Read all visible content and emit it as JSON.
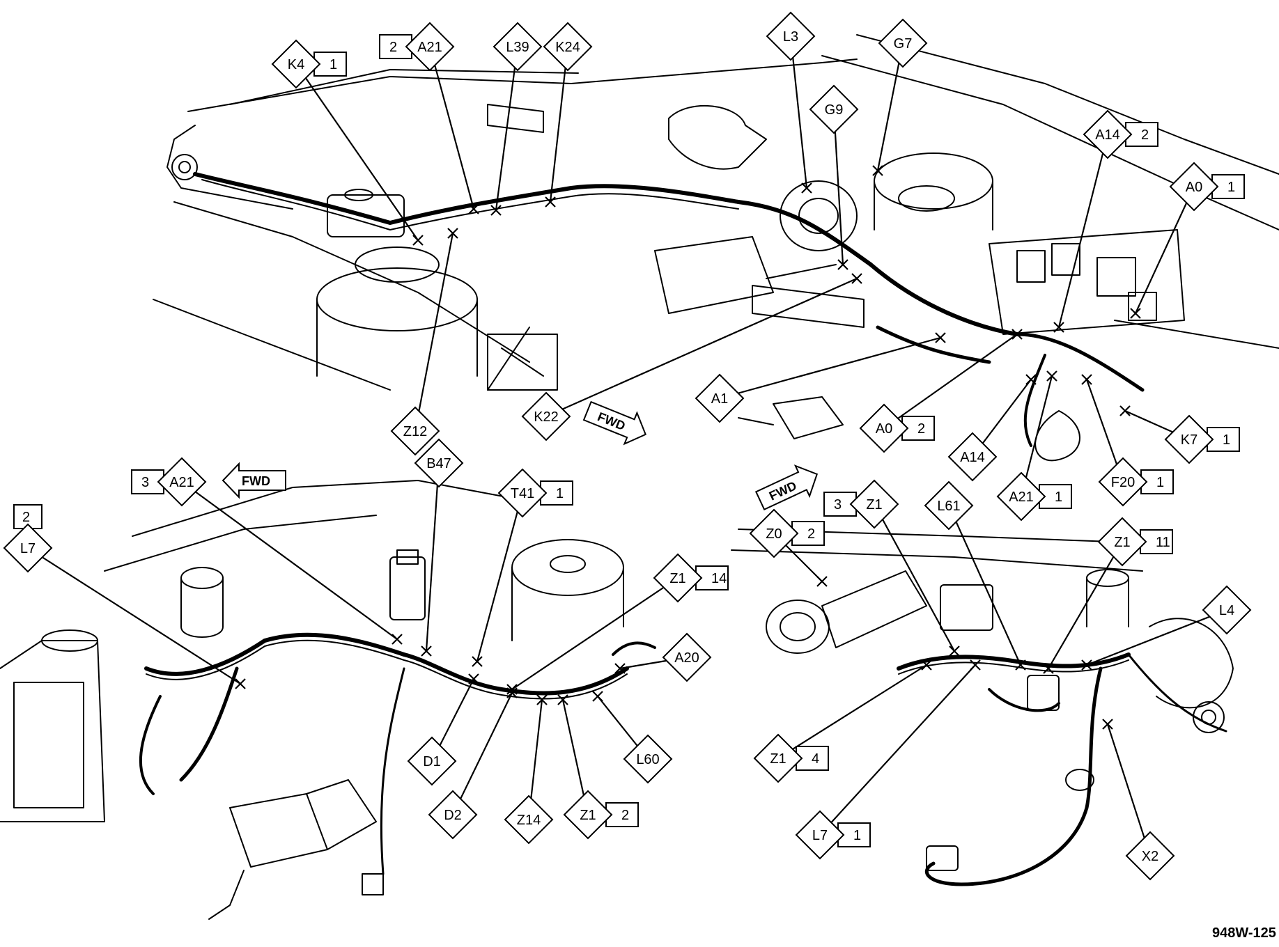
{
  "figure_id": "948W-125",
  "fwd_label": "FWD",
  "callouts": [
    {
      "id": "k4-1",
      "code": "K4",
      "num": "1"
    },
    {
      "id": "a21-2-top",
      "code": "A21",
      "num": "2"
    },
    {
      "id": "l39",
      "code": "L39",
      "num": ""
    },
    {
      "id": "k24",
      "code": "K24",
      "num": ""
    },
    {
      "id": "l3",
      "code": "L3",
      "num": ""
    },
    {
      "id": "g7",
      "code": "G7",
      "num": ""
    },
    {
      "id": "g9",
      "code": "G9",
      "num": ""
    },
    {
      "id": "a14-2",
      "code": "A14",
      "num": "2"
    },
    {
      "id": "a0-1",
      "code": "A0",
      "num": "1"
    },
    {
      "id": "z12",
      "code": "Z12",
      "num": ""
    },
    {
      "id": "k22",
      "code": "K22",
      "num": ""
    },
    {
      "id": "a1",
      "code": "A1",
      "num": ""
    },
    {
      "id": "a0-2",
      "code": "A0",
      "num": "2"
    },
    {
      "id": "a14",
      "code": "A14",
      "num": ""
    },
    {
      "id": "a21-1",
      "code": "A21",
      "num": "1"
    },
    {
      "id": "f20-1",
      "code": "F20",
      "num": "1"
    },
    {
      "id": "k7-1",
      "code": "K7",
      "num": "1"
    },
    {
      "id": "a21-3",
      "code": "A21",
      "num": "3"
    },
    {
      "id": "b47",
      "code": "B47",
      "num": ""
    },
    {
      "id": "t41-1",
      "code": "T41",
      "num": "1"
    },
    {
      "id": "l7-2",
      "code": "L7",
      "num": "2"
    },
    {
      "id": "z1-14",
      "code": "Z1",
      "num": "14"
    },
    {
      "id": "a20",
      "code": "A20",
      "num": ""
    },
    {
      "id": "d1",
      "code": "D1",
      "num": ""
    },
    {
      "id": "l60",
      "code": "L60",
      "num": ""
    },
    {
      "id": "d2",
      "code": "D2",
      "num": ""
    },
    {
      "id": "z14",
      "code": "Z14",
      "num": ""
    },
    {
      "id": "z1-2",
      "code": "Z1",
      "num": "2"
    },
    {
      "id": "z0-2",
      "code": "Z0",
      "num": "2"
    },
    {
      "id": "z1-3",
      "code": "Z1",
      "num": "3"
    },
    {
      "id": "l61",
      "code": "L61",
      "num": ""
    },
    {
      "id": "z1-11",
      "code": "Z1",
      "num": "11"
    },
    {
      "id": "l4",
      "code": "L4",
      "num": ""
    },
    {
      "id": "z1-4",
      "code": "Z1",
      "num": "4"
    },
    {
      "id": "l7-1",
      "code": "L7",
      "num": "1"
    },
    {
      "id": "x2",
      "code": "X2",
      "num": ""
    }
  ]
}
